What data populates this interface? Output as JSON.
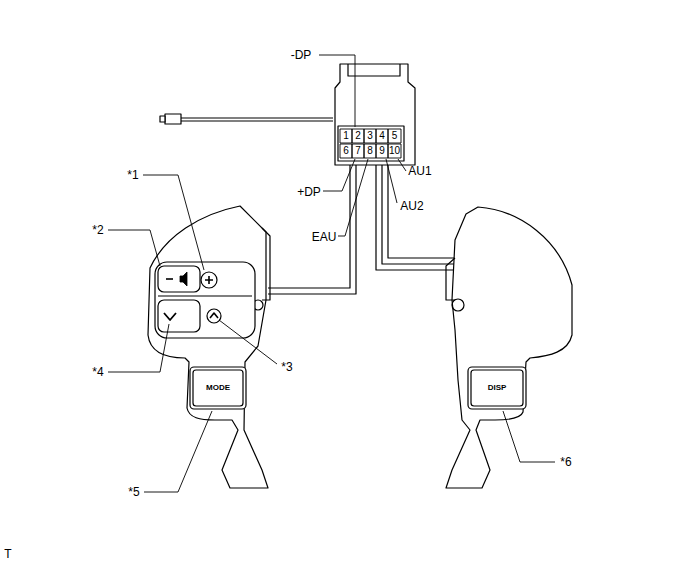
{
  "diagram": {
    "labels": [
      "-DP",
      "1",
      "2",
      "3",
      "4",
      "5",
      "6",
      "7",
      "8",
      "9",
      "10",
      "AU1",
      "+DP",
      "AU2",
      "EAU",
      "*1",
      "*2",
      "*3",
      "*4",
      "*5",
      "*6",
      "MODE",
      "DISP",
      "T"
    ]
  }
}
